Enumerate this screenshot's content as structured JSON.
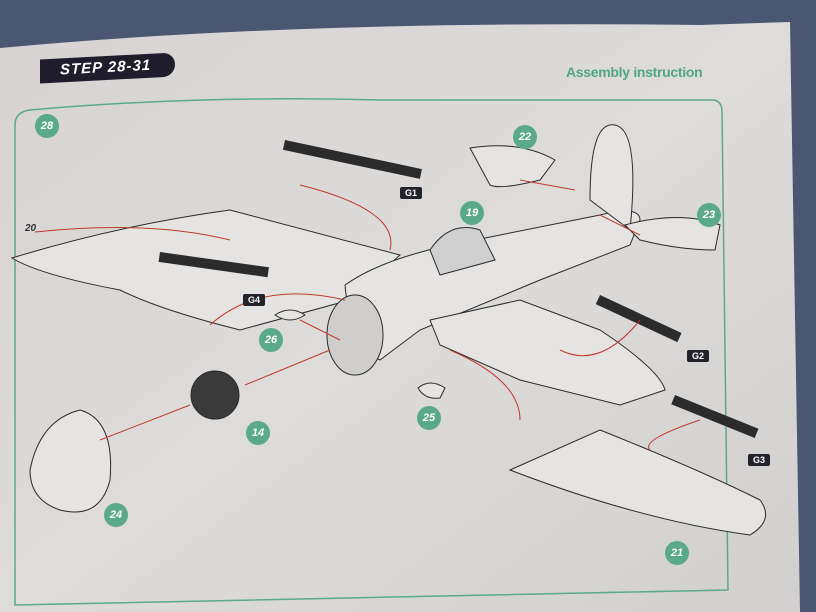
{
  "header": {
    "step": "STEP 28-31",
    "title": "Assembly instruction"
  },
  "step_number": "28",
  "parts": {
    "p22": "22",
    "p19": "19",
    "p23": "23",
    "p20": "20",
    "p26": "26",
    "p25": "25",
    "p14": "14",
    "p24": "24",
    "p21": "21"
  },
  "tags": {
    "g1": "G1",
    "g2": "G2",
    "g3": "G3",
    "g4": "G4"
  },
  "colors": {
    "accent": "#5aa98a",
    "badge": "#1f1d2b",
    "arrow": "#c0392b"
  }
}
